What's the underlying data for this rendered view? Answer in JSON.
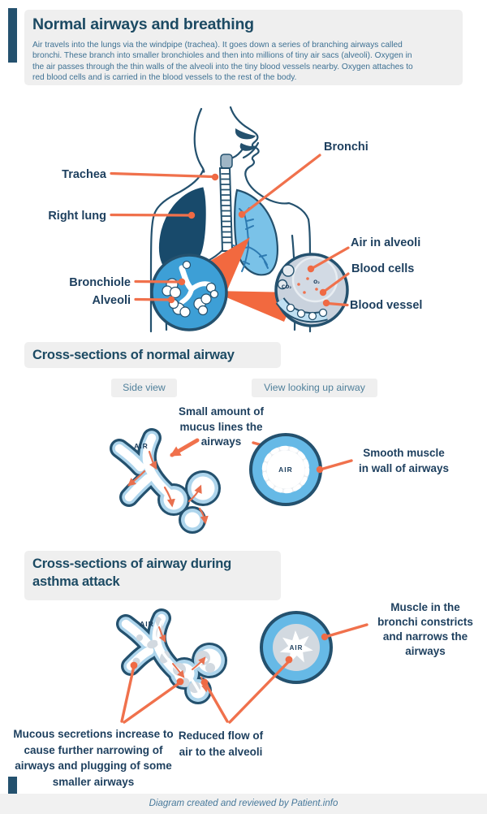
{
  "colors": {
    "navy_outline": "#24516e",
    "label_text": "#1d3f5e",
    "heading_text": "#1c4a63",
    "body_text": "#3e7193",
    "orange_leader": "#f0714c",
    "orange_wedge": "#f2693f",
    "lung_dark": "#184a6b",
    "lung_light": "#7ac2e8",
    "bronchial_tree": "#2d7ab1",
    "inset_blue": "#3d9fd6",
    "ring_blue": "#66b9e6",
    "mucus_gray": "#d2d9e0",
    "inset_gray": "#c9d2dd",
    "box_gray": "#efefef",
    "chip_text": "#50809b",
    "footer_text": "#47789a"
  },
  "header": {
    "title": "Normal airways and breathing",
    "body": "Air travels into the lungs via the windpipe (trachea). It goes down a series of branching airways called\nbronchi. These branch into smaller bronchioles and then into millions of tiny air sacs (alveoli). Oxygen in\nthe air passes through the thin walls of the alveoli into the tiny blood vessels nearby. Oxygen attaches to\nred blood cells and is carried in the blood vessels to the rest of the body."
  },
  "anatomy": {
    "labels": {
      "trachea": "Trachea",
      "right_lung": "Right lung",
      "bronchi": "Bronchi",
      "bronchiole": "Bronchiole",
      "alveoli": "Alveoli",
      "air_in_alveoli": "Air in alveoli",
      "blood_cells": "Blood cells",
      "blood_vessel": "Blood vessel"
    },
    "micro": {
      "co2": "CO₂",
      "o2": "O₂"
    }
  },
  "normal_section": {
    "title": "Cross-sections of normal airway",
    "chips": {
      "side": "Side view",
      "up": "View looking up airway"
    },
    "air_label": "AIR",
    "mucus_label": "Small amount of\nmucus lines the\nairways",
    "muscle_label": "Smooth muscle\nin wall of airways"
  },
  "asthma_section": {
    "title": "Cross-sections of airway during\nasthma attack",
    "air_label": "AIR",
    "muscle_label": "Muscle in the\nbronchi constricts\nand narrows the\nairways",
    "mucous_label": "Mucous secretions increase to\ncause further narrowing of\nairways and plugging of some\nsmaller airways",
    "reduced_label": "Reduced flow of\nair to the alveoli"
  },
  "footer": {
    "text": "Diagram created and reviewed by Patient.info"
  }
}
